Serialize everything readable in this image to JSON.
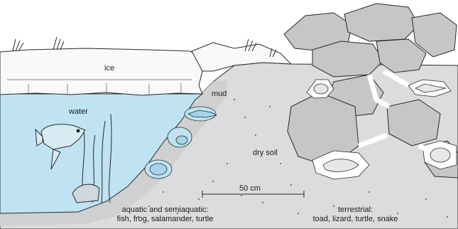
{
  "labels": {
    "ice": "ice",
    "water": "water",
    "mud": "mud",
    "dry_soil": "dry soil",
    "scale": "50 cm",
    "aquatic_line1": "aquatic and semiaquatic:",
    "aquatic_line2": "fish, frog, salamander, turtle",
    "terrestrial_line1": "terrestrial:",
    "terrestrial_line2": "toad, lizard, turtle, snake"
  },
  "colors": {
    "water": "#bfe3f3",
    "soil": "#dcdcdc",
    "rock": "#c6c6c6",
    "ice": "#f7f9fb",
    "burrow": "#ffffff",
    "line": "#2a2a2a"
  }
}
